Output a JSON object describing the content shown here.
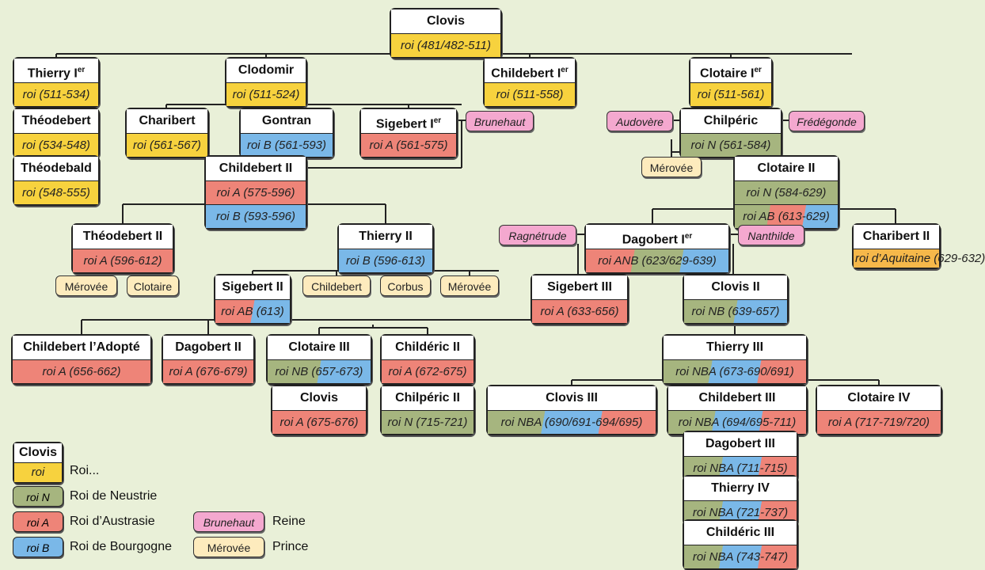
{
  "colors": {
    "king": "#f7d23e",
    "neustrie": "#a6b57f",
    "austrasie": "#ee8478",
    "bourgogne": "#7ab8e8",
    "aquitaine": "#f6b84a",
    "queen": "#f4a8cf",
    "prince": "#fdebbd",
    "background": "#e9f0d8"
  },
  "kings": [
    {
      "id": "clovis1",
      "name": "Clovis",
      "sup": "",
      "rows": [
        {
          "k": "king",
          "t": "roi (481/482-511)"
        }
      ]
    },
    {
      "id": "thierry1",
      "name": "Thierry I",
      "sup": "er",
      "rows": [
        {
          "k": "king",
          "t": "roi (511-534)"
        }
      ]
    },
    {
      "id": "clodomir",
      "name": "Clodomir",
      "sup": "",
      "rows": [
        {
          "k": "king",
          "t": "roi (511-524)"
        }
      ]
    },
    {
      "id": "childebert1",
      "name": "Childebert I",
      "sup": "er",
      "rows": [
        {
          "k": "king",
          "t": "roi (511-558)"
        }
      ]
    },
    {
      "id": "clotaire1",
      "name": "Clotaire I",
      "sup": "er",
      "rows": [
        {
          "k": "king",
          "t": "roi (511-561)"
        }
      ]
    },
    {
      "id": "theodebert1",
      "name": "Théodebert",
      "sup": "",
      "rows": [
        {
          "k": "king",
          "t": "roi (534-548)"
        }
      ]
    },
    {
      "id": "theodebald",
      "name": "Théodebald",
      "sup": "",
      "rows": [
        {
          "k": "king",
          "t": "roi (548-555)"
        }
      ]
    },
    {
      "id": "charibert1",
      "name": "Charibert",
      "sup": "",
      "rows": [
        {
          "k": "king",
          "t": "roi (561-567)"
        }
      ]
    },
    {
      "id": "gontran",
      "name": "Gontran",
      "sup": "",
      "rows": [
        {
          "k": "bourgogne",
          "t": "roi B (561-593)"
        }
      ]
    },
    {
      "id": "sigebert1",
      "name": "Sigebert I",
      "sup": "er",
      "rows": [
        {
          "k": "austrasie",
          "t": "roi A (561-575)"
        }
      ]
    },
    {
      "id": "chilperic1",
      "name": "Chilpéric",
      "sup": "",
      "rows": [
        {
          "k": "neustrie",
          "t": "roi N (561-584)"
        }
      ]
    },
    {
      "id": "childebert2",
      "name": "Childebert II",
      "sup": "",
      "rows": [
        {
          "k": "austrasie",
          "t": "roi A (575-596)"
        },
        {
          "k": "bourgogne",
          "t": "roi B (593-596)"
        }
      ]
    },
    {
      "id": "clotaire2",
      "name": "Clotaire II",
      "sup": "",
      "rows": [
        {
          "k": "neustrie",
          "t": "roi N (584-629)"
        },
        {
          "k": "neustrie-austrasie-bourgogne",
          "t": "roi AB (613-629)"
        }
      ]
    },
    {
      "id": "theodebert2",
      "name": "Théodebert II",
      "sup": "",
      "rows": [
        {
          "k": "austrasie",
          "t": "roi A (596-612)"
        }
      ]
    },
    {
      "id": "thierry2",
      "name": "Thierry II",
      "sup": "",
      "rows": [
        {
          "k": "bourgogne",
          "t": "roi B (596-613)"
        }
      ]
    },
    {
      "id": "dagobert1",
      "name": "Dagobert I",
      "sup": "er",
      "rows": [
        {
          "k": "austrasie-neustrie-bourgogne",
          "t": "roi ANB (623/629-639)"
        }
      ]
    },
    {
      "id": "charibert2",
      "name": "Charibert II",
      "sup": "",
      "rows": [
        {
          "k": "aquitaine",
          "t": "roi d’Aquitaine (629-632)",
          "tall": true
        }
      ]
    },
    {
      "id": "sigebert2",
      "name": "Sigebert II",
      "sup": "",
      "rows": [
        {
          "k": "austrasie-bourgogne",
          "t": "roi AB (613)"
        }
      ]
    },
    {
      "id": "sigebert3",
      "name": "Sigebert III",
      "sup": "",
      "rows": [
        {
          "k": "austrasie",
          "t": "roi A (633-656)"
        }
      ]
    },
    {
      "id": "clovis2",
      "name": "Clovis II",
      "sup": "",
      "rows": [
        {
          "k": "neustrie-bourgogne",
          "t": "roi NB (639-657)"
        }
      ]
    },
    {
      "id": "childebertA",
      "name": "Childebert l’Adopté",
      "sup": "",
      "rows": [
        {
          "k": "austrasie",
          "t": "roi A (656-662)"
        }
      ]
    },
    {
      "id": "dagobert2",
      "name": "Dagobert II",
      "sup": "",
      "rows": [
        {
          "k": "austrasie",
          "t": "roi A (676-679)"
        }
      ]
    },
    {
      "id": "clotaire3",
      "name": "Clotaire III",
      "sup": "",
      "rows": [
        {
          "k": "neustrie-bourgogne",
          "t": "roi NB (657-673)"
        }
      ]
    },
    {
      "id": "childeric2",
      "name": "Childéric II",
      "sup": "",
      "rows": [
        {
          "k": "austrasie",
          "t": "roi A (672-675)"
        }
      ]
    },
    {
      "id": "thierry3",
      "name": "Thierry III",
      "sup": "",
      "rows": [
        {
          "k": "neustrie-bourgogne-austrasie",
          "t": "roi NBA (673-690/691)"
        }
      ]
    },
    {
      "id": "clovis3a",
      "name": "Clovis",
      "sup": "",
      "rows": [
        {
          "k": "austrasie",
          "t": "roi A (675-676)"
        }
      ]
    },
    {
      "id": "chilperic2",
      "name": "Chilpéric II",
      "sup": "",
      "rows": [
        {
          "k": "neustrie",
          "t": "roi N (715-721)"
        }
      ]
    },
    {
      "id": "clovis3",
      "name": "Clovis III",
      "sup": "",
      "rows": [
        {
          "k": "neustrie-bourgogne-austrasie",
          "t": "roi NBA (690/691-694/695)"
        }
      ]
    },
    {
      "id": "childebert3",
      "name": "Childebert III",
      "sup": "",
      "rows": [
        {
          "k": "neustrie-bourgogne-austrasie",
          "t": "roi NBA (694/695-711)"
        }
      ]
    },
    {
      "id": "clotaire4",
      "name": "Clotaire IV",
      "sup": "",
      "rows": [
        {
          "k": "austrasie",
          "t": "roi A (717-719/720)"
        }
      ]
    },
    {
      "id": "dagobert3",
      "name": "Dagobert III",
      "sup": "",
      "rows": [
        {
          "k": "neustrie-bourgogne-austrasie",
          "t": "roi NBA (711-715)"
        }
      ]
    },
    {
      "id": "thierry4",
      "name": "Thierry IV",
      "sup": "",
      "rows": [
        {
          "k": "neustrie-bourgogne-austrasie",
          "t": "roi NBA (721-737)"
        }
      ]
    },
    {
      "id": "childeric3",
      "name": "Childéric III",
      "sup": "",
      "rows": [
        {
          "k": "neustrie-bourgogne-austrasie",
          "t": "roi NBA (743-747)"
        }
      ]
    }
  ],
  "queens": [
    "Brunehaut",
    "Audovère",
    "Frédégonde",
    "Ragnétrude",
    "Nanthilde"
  ],
  "princes": [
    "Mérovée",
    "Mérovée",
    "Clotaire",
    "Childebert",
    "Corbus",
    "Mérovée"
  ],
  "legend": {
    "sample_name": "Clovis",
    "sample_roi": "roi",
    "items": [
      {
        "k": "king",
        "badge": "roi",
        "text": "Roi..."
      },
      {
        "k": "neustrie",
        "badge": "roi N",
        "text": "Roi de Neustrie"
      },
      {
        "k": "austrasie",
        "badge": "roi A",
        "text": "Roi d’Austrasie"
      },
      {
        "k": "bourgogne",
        "badge": "roi B",
        "text": "Roi de Bourgogne"
      }
    ],
    "queen_badge": "Brunehaut",
    "queen_text": "Reine",
    "prince_badge": "Mérovée",
    "prince_text": "Prince"
  }
}
